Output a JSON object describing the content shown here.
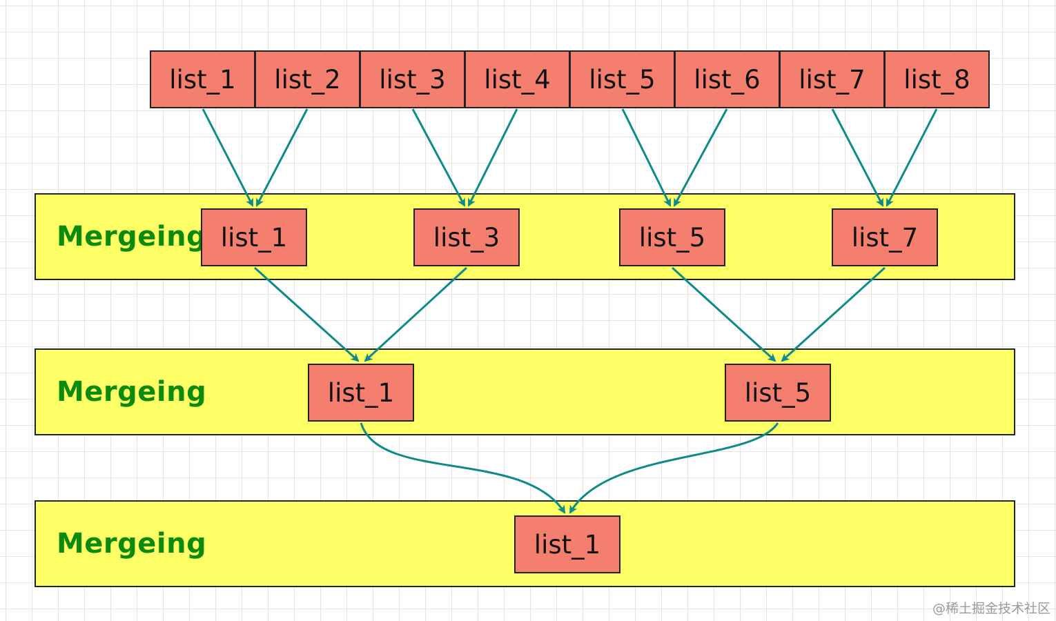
{
  "diagram": {
    "top_lists": [
      "list_1",
      "list_2",
      "list_3",
      "list_4",
      "list_5",
      "list_6",
      "list_7",
      "list_8"
    ],
    "stage_label": "Mergeing",
    "stages": [
      {
        "label": "Mergeing",
        "lists": [
          "list_1",
          "list_3",
          "list_5",
          "list_7"
        ]
      },
      {
        "label": "Mergeing",
        "lists": [
          "list_1",
          "list_5"
        ]
      },
      {
        "label": "Mergeing",
        "lists": [
          "list_1"
        ]
      }
    ],
    "colors": {
      "list_box": "#f47f6e",
      "stage_band": "#ffff66",
      "stage_label": "#0b8a0b",
      "arrow": "#0e8a8a",
      "grid": "#e4e4e4"
    }
  },
  "watermark": "@稀土掘金技术社区"
}
